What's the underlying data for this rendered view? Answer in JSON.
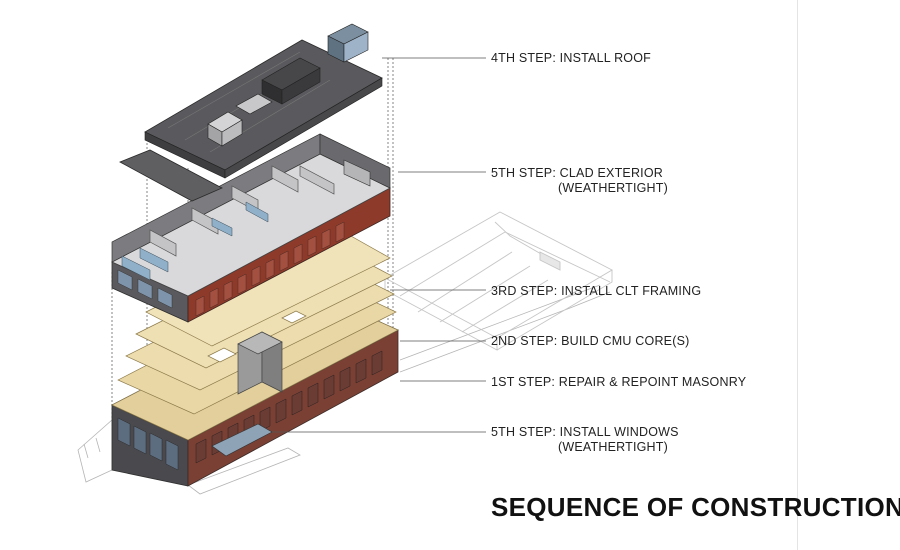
{
  "steps": [
    {
      "line1": "4TH STEP: INSTALL ROOF",
      "line2": ""
    },
    {
      "line1": "5TH STEP: CLAD EXTERIOR",
      "line2": "(WEATHERTIGHT)"
    },
    {
      "line1": "3RD STEP: INSTALL CLT FRAMING",
      "line2": ""
    },
    {
      "line1": "2ND STEP: BUILD CMU CORE(S)",
      "line2": ""
    },
    {
      "line1": "1ST STEP: REPAIR & REPOINT MASONRY",
      "line2": ""
    },
    {
      "line1": "5TH STEP: INSTALL WINDOWS",
      "line2": "(WEATHERTIGHT)"
    }
  ],
  "title": "SEQUENCE OF CONSTRUCTION",
  "colors": {
    "roof_dark": "#4f4f52",
    "roof_mid": "#6b6b6e",
    "brick": "#8e3a2a",
    "clt_wood": "#e9d7a6",
    "cmu_gray": "#9a9a9a",
    "glass": "#9fb3c8",
    "line": "#555555"
  }
}
